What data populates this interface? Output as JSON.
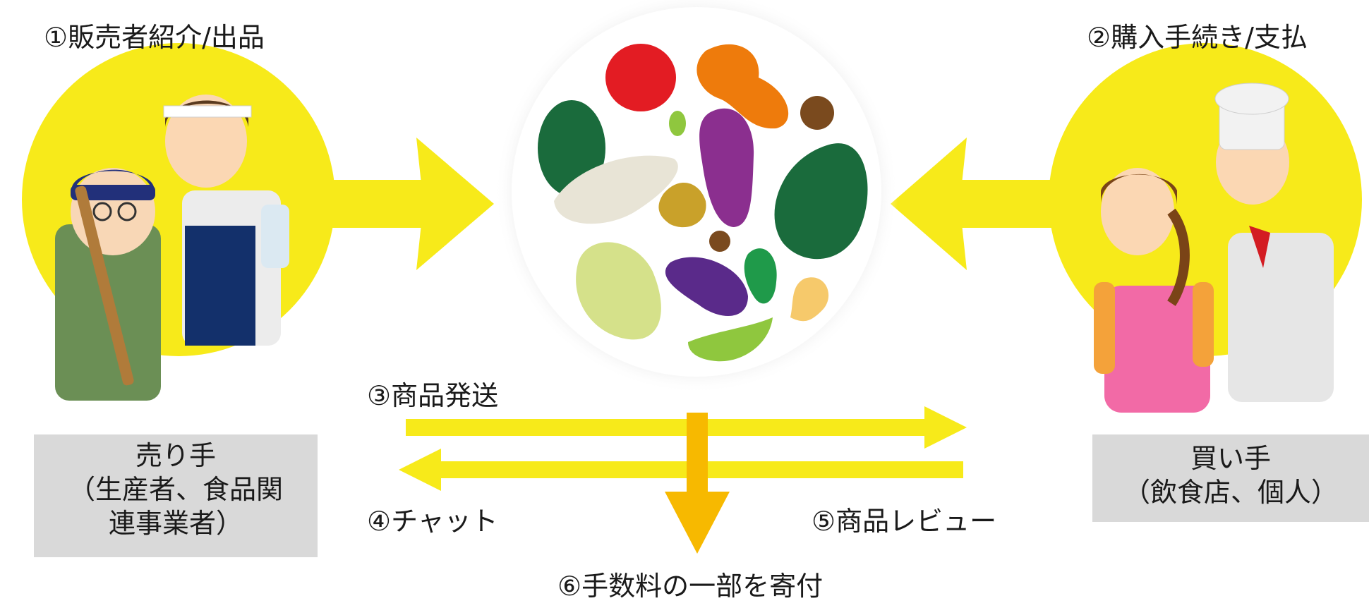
{
  "steps": {
    "step1": "①販売者紹介/出品",
    "step2": "②購入手続き/支払",
    "step3": "③商品発送",
    "step4": "④チャット",
    "step5": "⑤商品レビュー",
    "step6": "⑥手数料の一部を寄付"
  },
  "seller": {
    "line1": "売り手",
    "line2": "（生産者、食品関",
    "line3": "連事業者）"
  },
  "buyer": {
    "line1": "買い手",
    "line2": "（飲食店、個人）"
  },
  "colors": {
    "yellow": "#f7ea1a",
    "orange_arrow": "#f7b900",
    "box_gray": "#d9d9d9"
  }
}
